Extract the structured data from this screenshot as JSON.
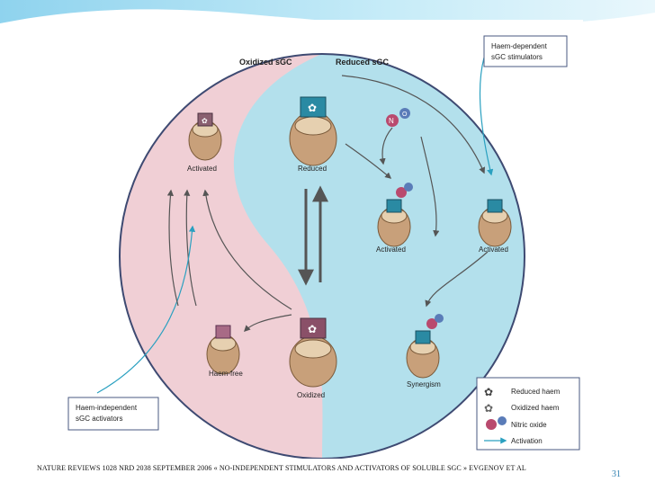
{
  "diagram": {
    "oxidized_title": "Oxidized sGC",
    "reduced_title": "Reduced sGC",
    "labels": {
      "activated_left": "Activated",
      "reduced": "Reduced",
      "activated_mid": "Activated",
      "activated_right": "Activated",
      "haem_free": "Haem-free",
      "oxidized": "Oxidized",
      "synergism": "Synergism"
    },
    "callout_dependent": {
      "line1": "Haem-dependent",
      "line2": "sGC stimulators"
    },
    "callout_independent": {
      "line1": "Haem-independent",
      "line2": "sGC activators"
    },
    "no_symbol": {
      "n": "N",
      "o": "O"
    },
    "legend": {
      "reduced_haem": "Reduced haem",
      "oxidized_haem": "Oxidized haem",
      "nitric_oxide": "Nitric oxide",
      "activation": "Activation"
    }
  },
  "colors": {
    "oxidized_region": "#f0cfd5",
    "reduced_region": "#b3e0ec",
    "arrow_teal": "#2aa0c0",
    "arrow_grey": "#555555",
    "protein": "#c8a07a",
    "haem_box": "#2a8aa3",
    "nitric_n": "#b94a6e",
    "nitric_o": "#5a7cb8"
  },
  "footer": {
    "citation": "NATURE REVIEWS 1028 NRD 2038 SEPTEMBER 2006 « NO-INDEPENDENT STIMULATORS AND ACTIVATORS OF SOLUBLE SGC » EVGENOV ET AL",
    "page_number": "31"
  }
}
